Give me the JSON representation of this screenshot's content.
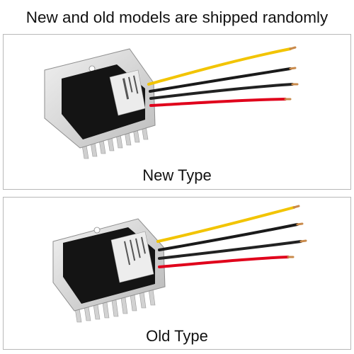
{
  "headline": "New and old models are shipped randomly",
  "panels": {
    "new": {
      "caption": "New Type"
    },
    "old": {
      "caption": "Old Type"
    }
  },
  "colors": {
    "aluminum": "#d9d9d9",
    "housing_black": "#141414",
    "wire_yellow": "#f2c400",
    "wire_black": "#1a1a1a",
    "wire_red": "#e0001b",
    "border": "#b8b8b8"
  }
}
